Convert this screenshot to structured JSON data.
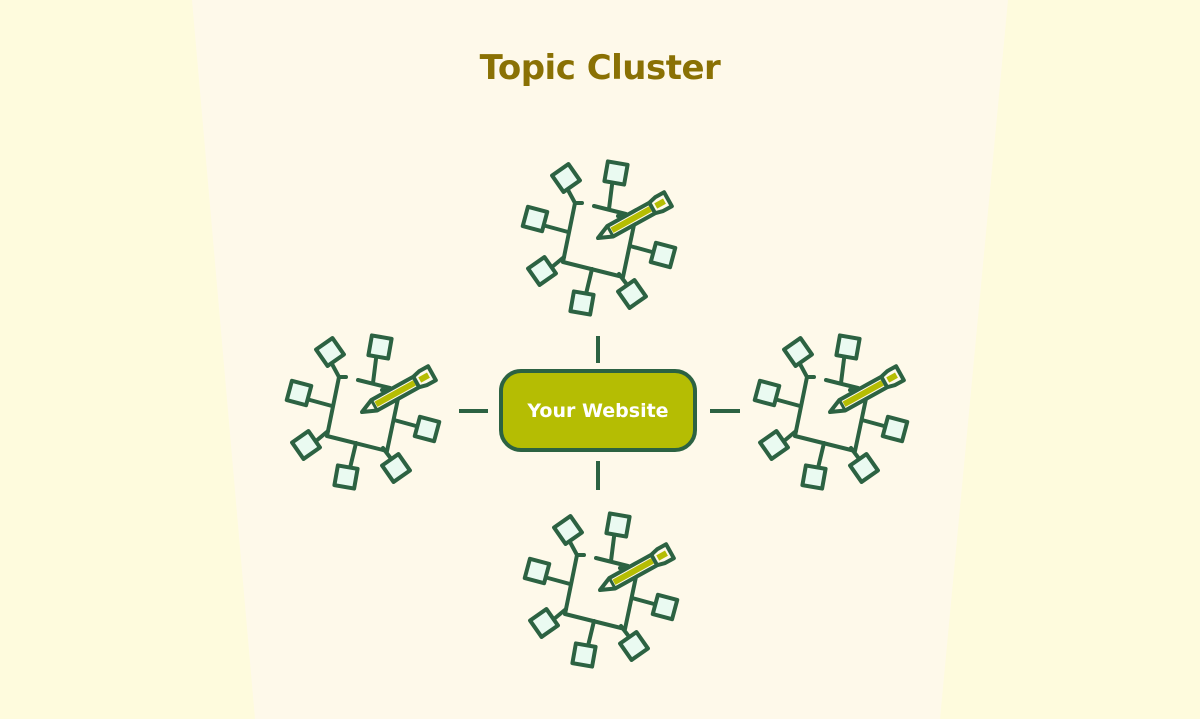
{
  "title": "Topic Cluster",
  "center_node": {
    "label": "Your Website"
  },
  "topic_clusters": [
    {
      "position": "top",
      "icon": "content-cluster-pencil-icon"
    },
    {
      "position": "left",
      "icon": "content-cluster-pencil-icon"
    },
    {
      "position": "right",
      "icon": "content-cluster-pencil-icon"
    },
    {
      "position": "bottom",
      "icon": "content-cluster-pencil-icon"
    }
  ],
  "colors": {
    "background": "#fefbdd",
    "panel": "#fef9ea",
    "title": "#8a7104",
    "line": "#2c6242",
    "center_fill": "#b5bd03",
    "center_text": "#ffffff",
    "node_fill": "#eafaf1",
    "pencil": "#b5bd03"
  }
}
